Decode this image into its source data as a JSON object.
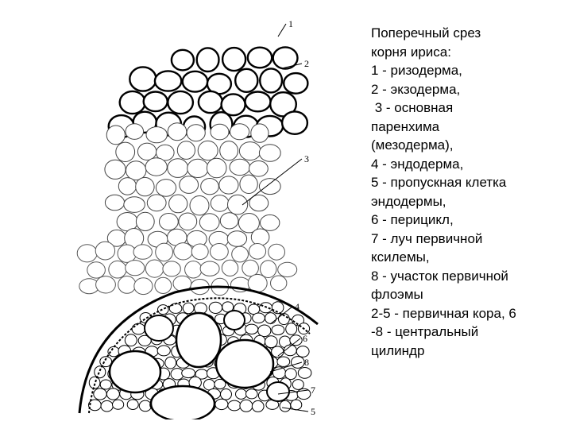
{
  "caption": {
    "lines": [
      "Поперечный срез",
      "корня ириса:",
      "1 - ризодерма,",
      "2 - экзодерма,",
      " 3 - основная",
      "паренхима",
      "(мезодерма),",
      "4 - эндодерма,",
      "5 - пропускная клетка",
      "эндодермы,",
      "6 - перицикл,",
      "7 - луч первичной",
      "ксилемы,",
      "8 - участок первичной",
      "флоэмы",
      "2-5 - первичная кора, 6",
      "-8 - центральный",
      "цилиндр"
    ]
  },
  "figure": {
    "labels": [
      "1",
      "2",
      "3",
      "4",
      "6",
      "8",
      "7",
      "5"
    ],
    "line_color": "#000000",
    "background": "#ffffff"
  }
}
